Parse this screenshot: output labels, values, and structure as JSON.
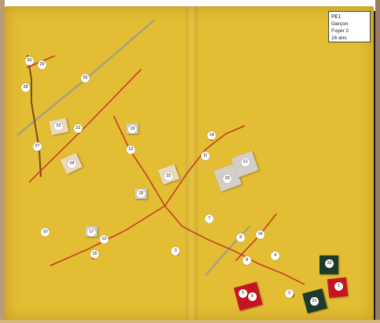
{
  "legend": {
    "line1": "PE1",
    "line2": "Garçon",
    "line3": "Foyer 2",
    "line4": "16 ans"
  },
  "labels": {
    "l1": "1",
    "l2": "2",
    "l3": "3",
    "l4": "4",
    "l5": "5",
    "l6": "6",
    "l7": "7",
    "l8": "8",
    "l9": "9",
    "l10": "10",
    "l11": "11",
    "l12": "12",
    "l13": "13",
    "l14": "14",
    "l15": "15",
    "l16": "16",
    "l17": "17",
    "l18": "18",
    "l19": "19",
    "l20": "20",
    "l21": "21",
    "l22": "22",
    "l23": "23",
    "l24": "24",
    "l25": "25",
    "l26": "26",
    "l27": "27",
    "l28": "28",
    "l29": "29",
    "l30": "30",
    "l31": "31",
    "l32": "32"
  },
  "colors": {
    "board": "#e3bd33",
    "red_line": "#c0391f",
    "grey_line": "#9a9a8f",
    "brown_line": "#7a4a1a"
  }
}
